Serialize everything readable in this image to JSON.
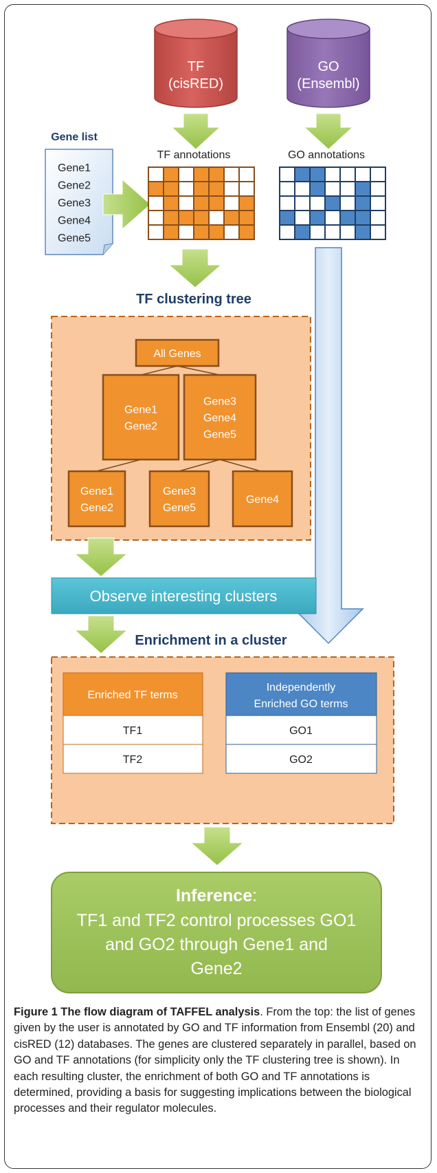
{
  "databases": {
    "tf": {
      "line1": "TF",
      "line2": "(cisRED)",
      "color": "#cf5b57"
    },
    "go": {
      "line1": "GO",
      "line2": "(Ensembl)",
      "color": "#8f6cb0"
    }
  },
  "gene_list": {
    "title": "Gene list",
    "genes": [
      "Gene1",
      "Gene2",
      "Gene3",
      "Gene4",
      "Gene5"
    ]
  },
  "tf_annotations_label": "TF annotations",
  "go_annotations_label": "GO annotations",
  "tree": {
    "title": "TF clustering tree",
    "root": "All Genes",
    "level1": [
      [
        "Gene1",
        "Gene2"
      ],
      [
        "Gene3",
        "Gene4",
        "Gene5"
      ]
    ],
    "level2": [
      [
        "Gene1",
        "Gene2"
      ],
      [
        "Gene3",
        "Gene5"
      ],
      [
        "Gene4"
      ]
    ]
  },
  "observe_label": "Observe interesting clusters",
  "enrichment": {
    "title": "Enrichment in a cluster",
    "tf_header": "Enriched TF terms",
    "tf_items": [
      "TF1",
      "TF2"
    ],
    "go_header_line1": "Independently",
    "go_header_line2": "Enriched GO terms",
    "go_items": [
      "GO1",
      "GO2"
    ]
  },
  "inference": {
    "heading": "Inference",
    "colon": ":",
    "lines": [
      "TF1 and TF2 control processes GO1",
      "and GO2 through Gene1 and",
      "Gene2"
    ]
  },
  "caption": {
    "bold": "Figure 1 The flow diagram of TAFFEL analysis",
    "text": ". From the top: the list of genes given by the user is annotated by GO and TF information from Ensembl (20) and cisRED (12) databases. The genes are clustered separately in parallel, based on GO and TF annotations (for simplicity only the TF clustering tree is shown). In each resulting cluster, the enrichment of both GO and TF annotations is determined, providing a basis for suggesting implications between the biological processes and their regulator molecules."
  },
  "colors": {
    "orange": "#f0922e",
    "peach": "#f9c89e",
    "blue": "#4d86c4",
    "teal": "#49b8cc",
    "green": "#a6c761",
    "arrow_green": "#a9cf5f",
    "navy": "#1f3d66"
  }
}
